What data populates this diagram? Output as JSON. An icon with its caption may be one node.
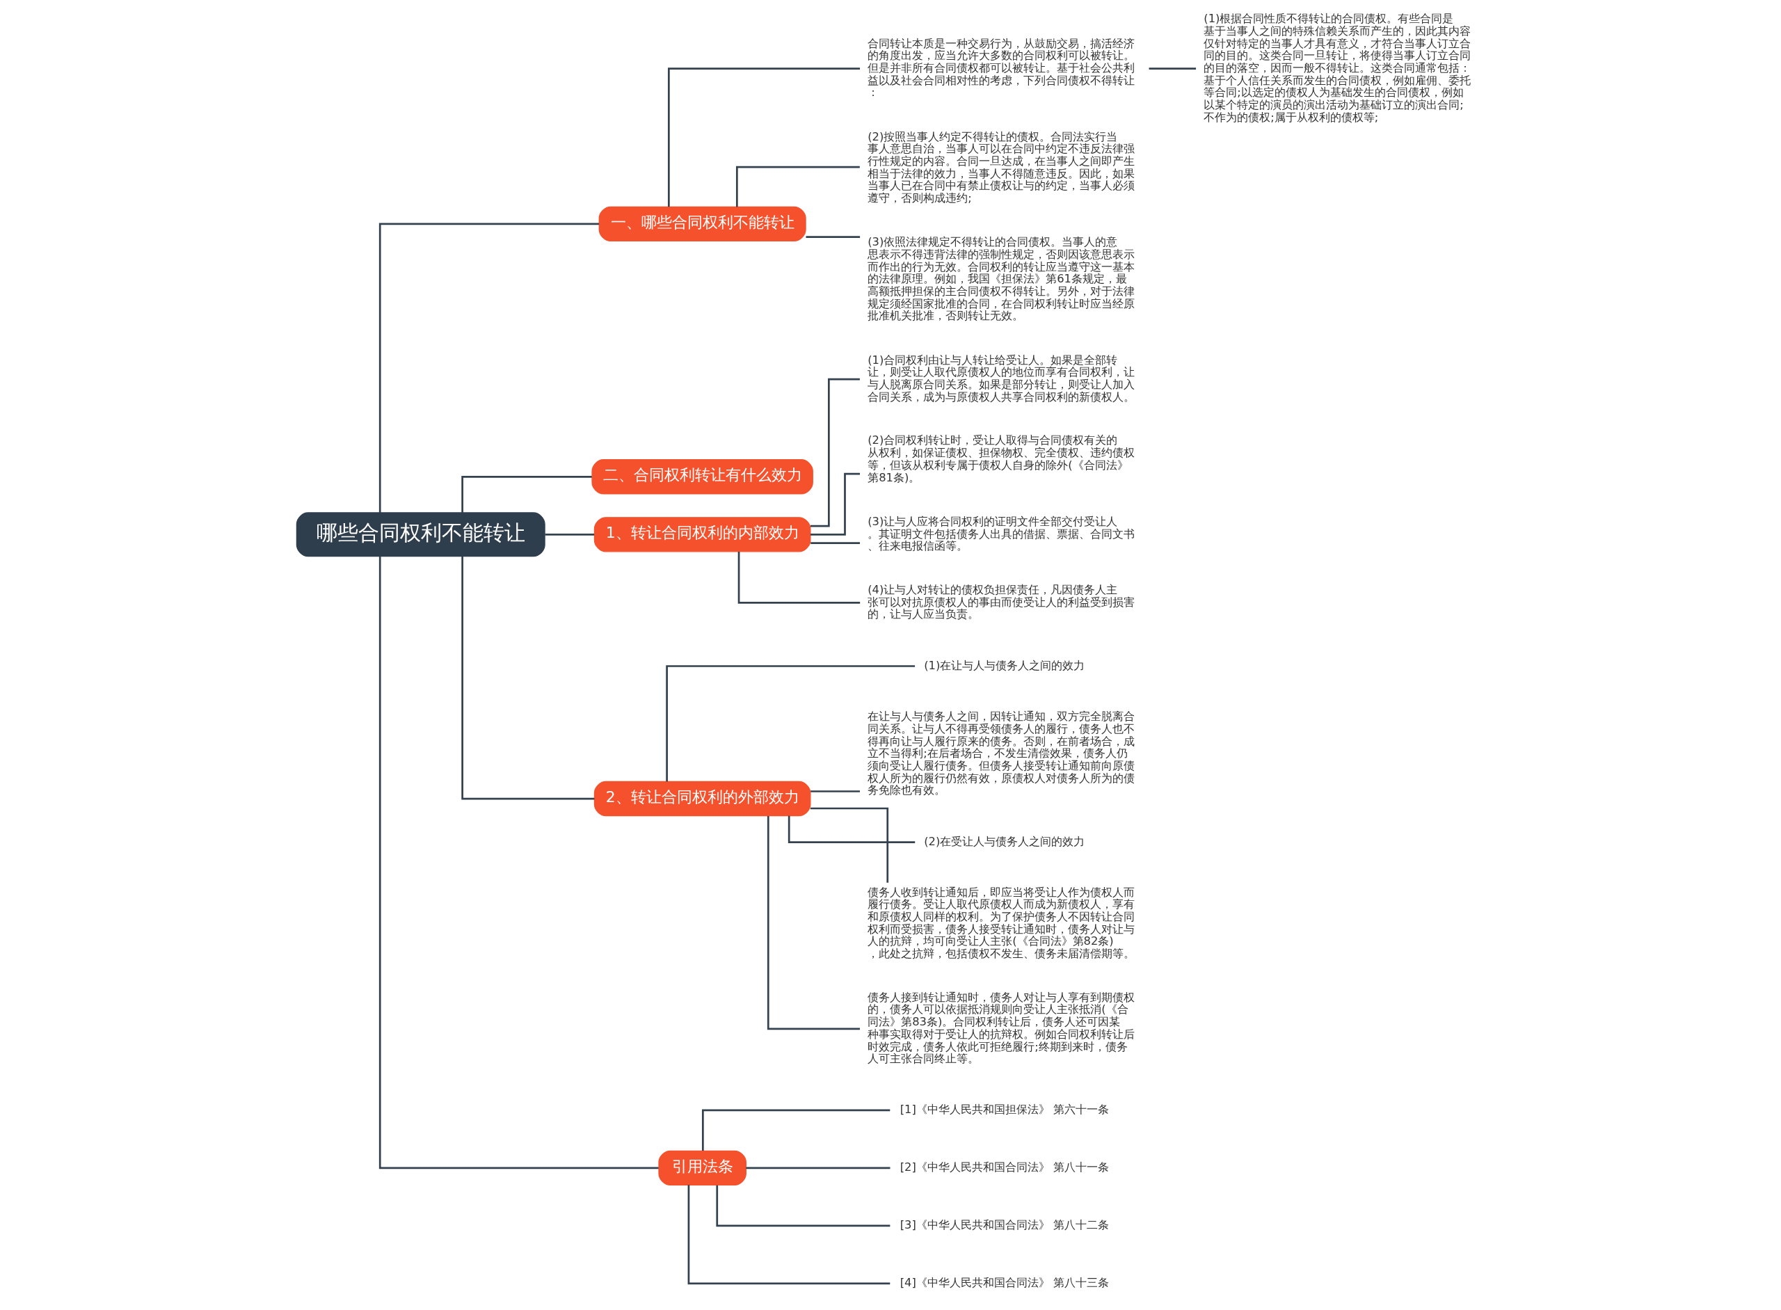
{
  "diagram": {
    "nodes": [
      {
        "text": [
          "哪些合同权利不能转让"
        ]
      },
      {
        "text": [
          "一、哪些合同权利不能转让"
        ]
      },
      {
        "text": [
          "合同转让本质是一种交易行为，从鼓励交易，搞活经济的角度出发，应当允许大多数的合同权利可以被转让。但是并非所有合同债权都可以被转让。基于社会公共利益以及社会合同相对性的考虑，下列合同债权不得转让："
        ]
      },
      {
        "text": [
          "(1)根据合同性质不得转让的合同债权。有些合同是基于当事人之间的特殊信赖关系而产生的，因此其内容仅针对特定的当事人才具有意义，才符合当事人订立合同的目的。这类合同一旦转让，将使得当事人订立合同的目的落空，因而一般不得转让。这类合同通常包括：基于个人信任关系而发生的合同债权，例如雇佣、委托等合同;以选定的债权人为基础发生的合同债权，例如以某个特定的演员的演出活动为基础订立的演出合同;不作为的债权;属于从权利的债权等;"
        ]
      },
      {
        "text": [
          "(2)按照当事人约定不得转让的债权。合同法实行当事人意思自治，当事人可以在合同中约定不违反法律强行性规定的内容。合同一旦达成，在当事人之间即产生相当于法律的效力，当事人不得随意违反。因此，如果当事人已在合同中有禁止债权让与的约定，当事人必须遵守，否则构成违约;"
        ]
      },
      {
        "text": [
          "(3)依照法律规定不得转让的合同债权。当事人的意思表示不得违背法律的强制性规定，否则因该意思表示而作出的行为无效。合同权利的转让应当遵守这一基本的法律原理。例如，我国《担保法》第61条规定，最高额抵押担保的主合同债权不得转让。另外，对于法律规定须经国家批准的合同，在合同权利转让时应当经原批准机关批准，否则转让无效。"
        ]
      },
      {
        "text": [
          "二、合同权利转让有什么效力"
        ]
      },
      {
        "text": [
          "1、转让合同权利的内部效力"
        ]
      },
      {
        "text": [
          "(1)合同权利由让与人转让给受让人。如果是全部转让，则受让人取代原债权人的地位而享有合同权利，让与人脱离原合同关系。如果是部分转让，则受让人加入合同关系，成为与原债权人共享合同权利的新债权人。"
        ]
      },
      {
        "text": [
          "(2)合同权利转让时，受让人取得与合同债权有关的从权利，如保证债权、担保物权、完全债权、违约债权等，但该从权利专属于债权人自身的除外(《合同法》第81条)。"
        ]
      },
      {
        "text": [
          "(3)让与人应将合同权利的证明文件全部交付受让人。其证明文件包括债务人出具的借据、票据、合同文书、往来电报信函等。"
        ]
      },
      {
        "text": [
          "(4)让与人对转让的债权负担保责任，凡因债务人主张可以对抗原债权人的事由而使受让人的利益受到损害的，让与人应当负责。"
        ]
      },
      {
        "text": [
          "2、转让合同权利的外部效力"
        ]
      },
      {
        "text": [
          "(1)在让与人与债务人之间的效力"
        ]
      },
      {
        "text": [
          "在让与人与债务人之间，因转让通知，双方完全脱离合同关系。让与人不得再受领债务人的履行，债务人也不得再向让与人履行原来的债务。否则，在前者场合，成立不当得利;在后者场合，不发生清偿效果，债务人仍须向受让人履行债务。但债务人接受转让通知前向原债权人所为的履行仍然有效，原债权人对债务人所为的债务免除也有效。"
        ]
      },
      {
        "text": [
          "(2)在受让人与债务人之间的效力"
        ]
      },
      {
        "text": [
          "债务人收到转让通知后，即应当将受让人作为债权人而履行债务。受让人取代原债权人而成为新债权人，享有和原债权人同样的权利。为了保护债务人不因转让合同权利而受损害，债务人接受转让通知时，债务人对让与人的抗辩，均可向受让人主张(《合同法》第82条)，此处之抗辩，包括债权不发生、债务未届清偿期等。"
        ]
      },
      {
        "text": [
          "债务人接到转让通知时，债务人对让与人享有到期债权的，债务人可以依据抵消规则向受让人主张抵消(《合同法》第83条)。合同权利转让后，债务人还可因某种事实取得对于受让人的抗辩权。例如合同权利转让后时效完成，债务人依此可拒绝履行;终期到来时，债务人可主张合同终止等。"
        ]
      },
      {
        "text": [
          "引用法条"
        ]
      },
      {
        "text": [
          "[1]《中华人民共和国担保法》 第六十一条"
        ]
      },
      {
        "text": [
          "[2]《中华人民共和国合同法》 第八十一条"
        ]
      },
      {
        "text": [
          "[3]《中华人民共和国合同法》 第八十二条"
        ]
      },
      {
        "text": [
          "[4]《中华人民共和国合同法》 第八十三条"
        ]
      }
    ],
    "edges": [
      {
        "from": 0,
        "to": 1,
        "arrow": "none"
      },
      {
        "from": 1,
        "to": 2,
        "arrow": "none"
      },
      {
        "from": 2,
        "to": 3,
        "arrow": "none"
      },
      {
        "from": 1,
        "to": 4,
        "arrow": "none"
      },
      {
        "from": 1,
        "to": 5,
        "arrow": "none"
      },
      {
        "from": 0,
        "to": 6,
        "arrow": "none"
      },
      {
        "from": 0,
        "to": 7,
        "arrow": "none"
      },
      {
        "from": 7,
        "to": 8,
        "arrow": "none"
      },
      {
        "from": 7,
        "to": 9,
        "arrow": "none"
      },
      {
        "from": 7,
        "to": 10,
        "arrow": "none"
      },
      {
        "from": 7,
        "to": 11,
        "arrow": "none"
      },
      {
        "from": 0,
        "to": 12,
        "arrow": "none"
      },
      {
        "from": 12,
        "to": 13,
        "arrow": "none"
      },
      {
        "from": 12,
        "to": 14,
        "arrow": "none"
      },
      {
        "from": 12,
        "to": 15,
        "arrow": "none"
      },
      {
        "from": 12,
        "to": 16,
        "arrow": "none"
      },
      {
        "from": 12,
        "to": 17,
        "arrow": "none"
      },
      {
        "from": 0,
        "to": 18,
        "arrow": "none"
      },
      {
        "from": 18,
        "to": 19,
        "arrow": "none"
      },
      {
        "from": 18,
        "to": 20,
        "arrow": "none"
      },
      {
        "from": 18,
        "to": 21,
        "arrow": "none"
      },
      {
        "from": 18,
        "to": 22,
        "arrow": "none"
      }
    ]
  }
}
